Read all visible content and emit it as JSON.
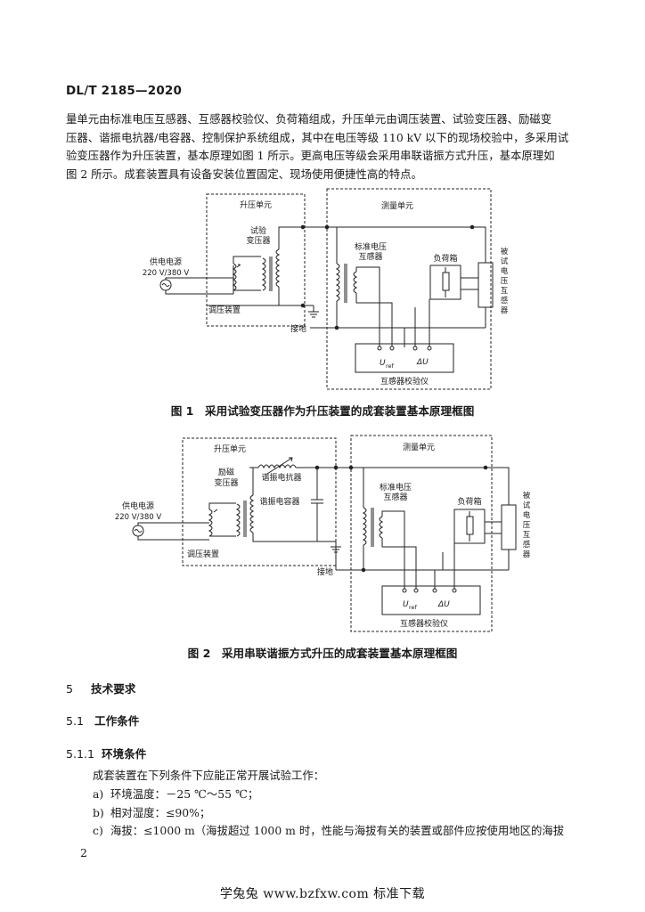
{
  "header": {
    "code": "DL/T 2185—2020"
  },
  "intro_lines": [
    "量单元由标准电压互感器、互感器校验仪、负荷箱组成，升压单元由调压装置、试验变压器、励磁变",
    "压器、谐振电抗器/电容器、控制保护系统组成，其中在电压等级 110 kV 以下的现场校验中，多采用试",
    "验变压器作为升压装置，基本原理如图 1 所示。更高电压等级会采用串联谐振方式升压，基本原理如",
    "图 2 所示。成套装置具有设备安装位置固定、现场使用便捷性高的特点。"
  ],
  "fig1": {
    "boost_unit": "升压单元",
    "measure_unit": "测量单元",
    "test_transformer": [
      "试验",
      "变压器"
    ],
    "power_supply": [
      "供电电源",
      "220 V/380 V"
    ],
    "regulator": "调压装置",
    "std_vt": [
      "标准电压",
      "互感器"
    ],
    "burden_box": "负荷箱",
    "dut": [
      "被",
      "试",
      "电",
      "压",
      "互",
      "感",
      "器"
    ],
    "ground": "接地",
    "calibrator": "互感器校验仪",
    "uref": "U",
    "uref_sub": "ref",
    "du": "ΔU",
    "caption": "图 1　采用试验变压器作为升压装置的成套装置基本原理框图"
  },
  "fig2": {
    "boost_unit": "升压单元",
    "measure_unit": "测量单元",
    "excitation_transformer": [
      "励磁",
      "变压器"
    ],
    "resonant_reactor": "谐振电抗器",
    "resonant_capacitor": "谐振电容器",
    "power_supply": [
      "供电电源",
      "220 V/380 V"
    ],
    "regulator": "调压装置",
    "std_vt": [
      "标准电压",
      "互感器"
    ],
    "burden_box": "负荷箱",
    "dut": [
      "被",
      "试",
      "电",
      "压",
      "互",
      "感",
      "器"
    ],
    "ground": "接地",
    "calibrator": "互感器校验仪",
    "uref": "U",
    "uref_sub": "ref",
    "du": "ΔU",
    "caption": "图 2　采用串联谐振方式升压的成套装置基本原理框图"
  },
  "sections": {
    "s5": {
      "num": "5",
      "title": "技术要求"
    },
    "s51": {
      "num": "5.1",
      "title": "工作条件"
    },
    "s511": {
      "num": "5.1.1",
      "title": "环境条件"
    }
  },
  "body_text": "成套装置在下列条件下应能正常开展试验工作：",
  "list": [
    {
      "mark": "a)",
      "text": "环境温度：－25 ℃～55 ℃；"
    },
    {
      "mark": "b)",
      "text": "相对湿度：≤90%；"
    },
    {
      "mark": "c)",
      "text": "海拔：≤1000 m（海拔超过 1000 m 时，性能与海拔有关的装置或部件应按使用地区的海拔"
    }
  ],
  "page_number": "2",
  "footer": "学兔兔 www.bzfxw.com 标准下载"
}
